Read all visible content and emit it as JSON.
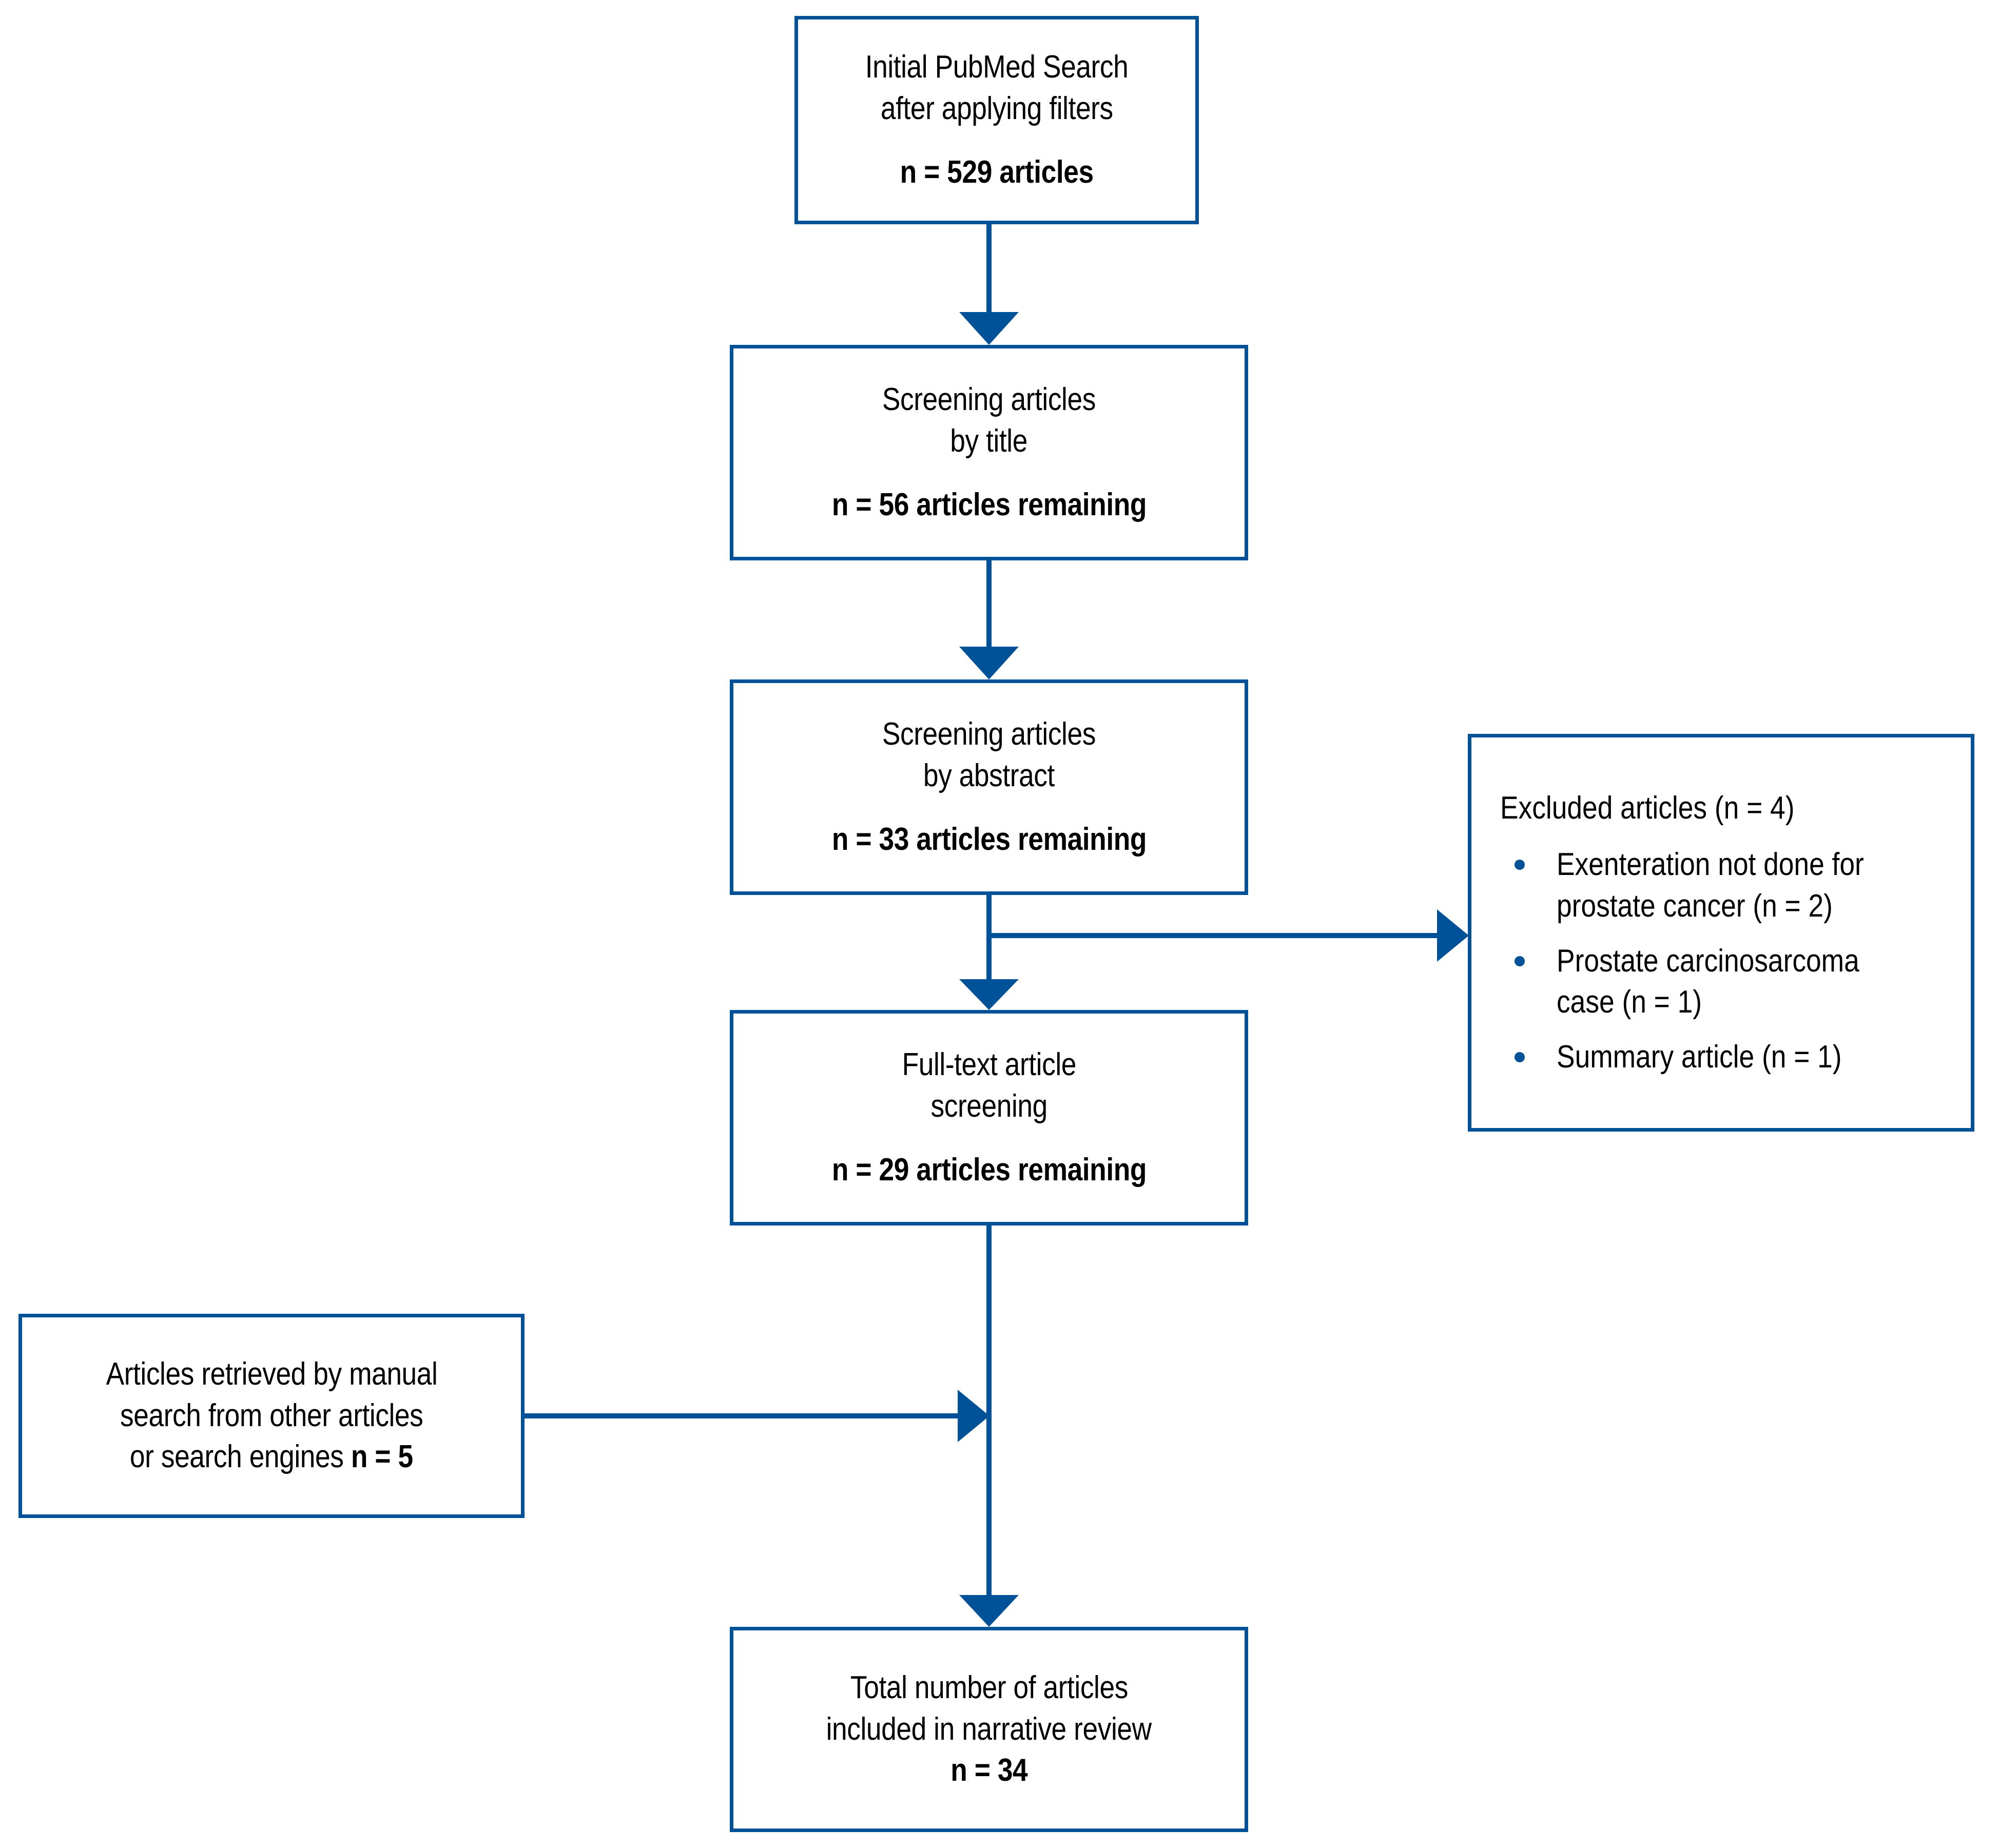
{
  "diagram": {
    "title": "PRISMA-style article selection flow diagram",
    "accent_color": "#005298",
    "text_color": "#000000",
    "background_color": "#ffffff"
  },
  "nodes": {
    "initial_search": {
      "name": "initial-pubmed-search",
      "line1": "Initial PubMed Search",
      "line2": "after applying filters",
      "count": "n = 529 articles"
    },
    "screen_title": {
      "name": "screening-by-title",
      "line1": "Screening articles",
      "line2": "by title",
      "count": "n = 56 articles remaining"
    },
    "screen_abstract": {
      "name": "screening-by-abstract",
      "line1": "Screening articles",
      "line2": "by abstract",
      "count": "n = 33 articles remaining"
    },
    "excluded": {
      "name": "excluded-articles",
      "heading": "Excluded articles (n = 4)",
      "items": [
        "Exenteration not done for prostate cancer (n = 2)",
        "Prostate carcinosarcoma case (n = 1)",
        "Summary article (n = 1)"
      ]
    },
    "fulltext": {
      "name": "full-text-screening",
      "line1": "Full-text article",
      "line2": "screening",
      "count": "n = 29 articles remaining"
    },
    "manual": {
      "name": "manual-search-articles",
      "line1": "Articles retrieved by manual",
      "line2": "search from other articles",
      "line3_prefix": "or search engines ",
      "line3_count": "n = 5"
    },
    "total": {
      "name": "total-included",
      "line1": "Total number of articles",
      "line2": "included in narrative review",
      "count": "n = 34"
    }
  },
  "chart_data": {
    "type": "diagram",
    "title": "Article selection flow",
    "stages": [
      {
        "label": "Initial PubMed Search after applying filters",
        "n": 529
      },
      {
        "label": "Screening articles by title",
        "n": 56
      },
      {
        "label": "Screening articles by abstract",
        "n": 33
      },
      {
        "label": "Full-text article screening",
        "n": 29
      },
      {
        "label": "Total number of articles included in narrative review",
        "n": 34
      }
    ],
    "exclusions": [
      {
        "label": "Exenteration not done for prostate cancer",
        "n": 2
      },
      {
        "label": "Prostate carcinosarcoma case",
        "n": 1
      },
      {
        "label": "Summary article",
        "n": 1
      },
      {
        "label": "Excluded articles total",
        "n": 4
      }
    ],
    "additions": [
      {
        "label": "Articles retrieved by manual search from other articles or search engines",
        "n": 5
      }
    ]
  }
}
